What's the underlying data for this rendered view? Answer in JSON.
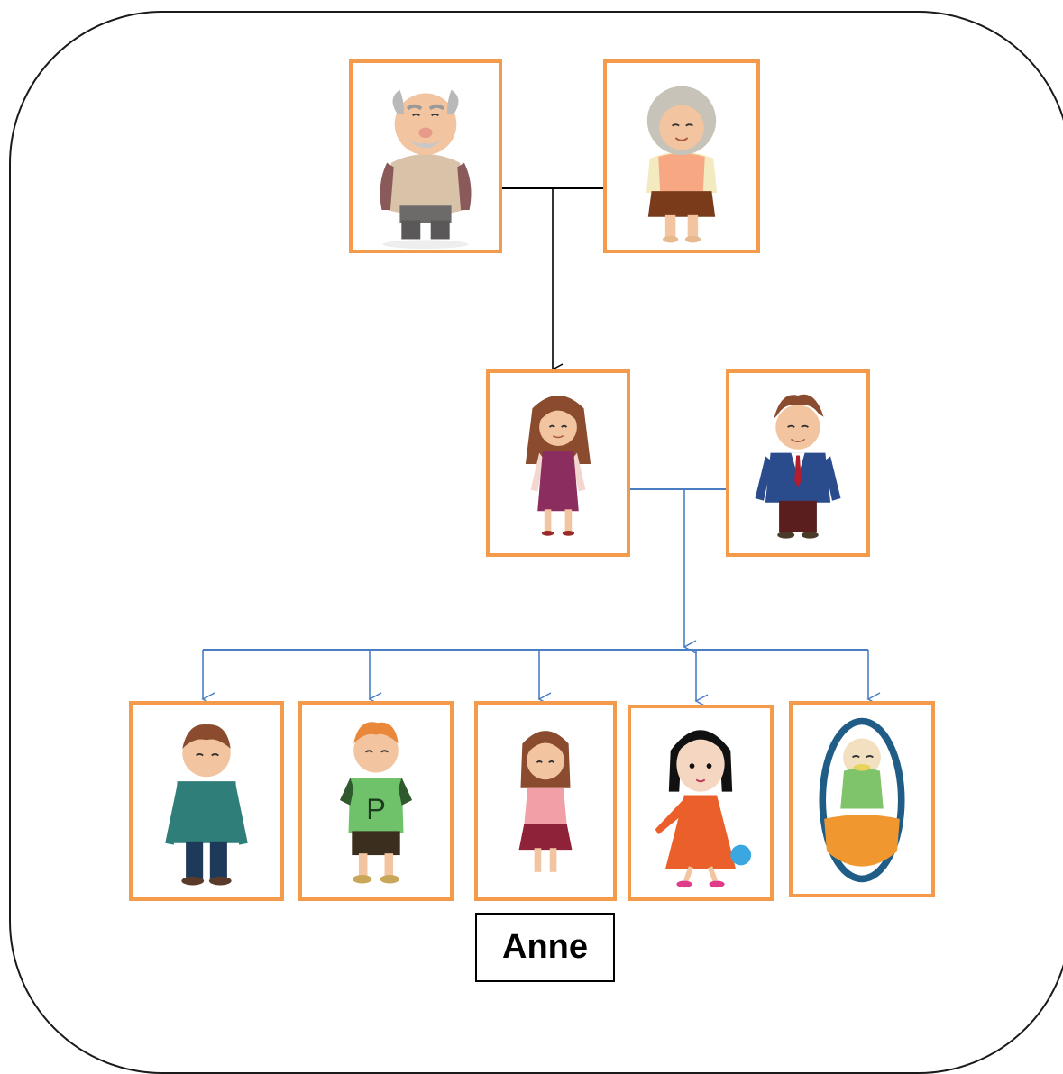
{
  "diagram": {
    "kind": "family-tree",
    "colors": {
      "card_border": "#f39a4b",
      "grandparent_connector": "#000000",
      "parent_connector": "#4a7ec2"
    },
    "generations": [
      {
        "level": "grandparents",
        "members": [
          {
            "id": "grandfather",
            "icon": "grandfather-icon"
          },
          {
            "id": "grandmother",
            "icon": "grandmother-icon"
          }
        ]
      },
      {
        "level": "parents",
        "members": [
          {
            "id": "mother",
            "icon": "mother-icon"
          },
          {
            "id": "father",
            "icon": "father-icon"
          }
        ]
      },
      {
        "level": "children",
        "members": [
          {
            "id": "child-1",
            "icon": "boy-sweater-icon"
          },
          {
            "id": "child-2",
            "icon": "boy-p-shirt-icon"
          },
          {
            "id": "child-3",
            "icon": "girl-pink-icon"
          },
          {
            "id": "child-4",
            "icon": "girl-orange-dress-icon"
          },
          {
            "id": "child-5",
            "icon": "baby-in-mirror-icon"
          }
        ]
      }
    ],
    "highlighted_member": {
      "id": "child-3",
      "label": "Anne"
    }
  }
}
